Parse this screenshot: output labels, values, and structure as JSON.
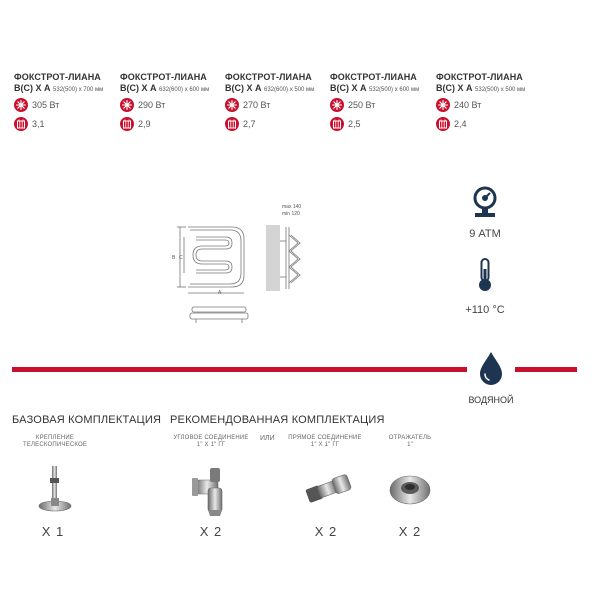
{
  "models": [
    {
      "title": "ФОКСТРОТ-ЛИАНА",
      "code": "В(С) Х А",
      "dims": "532(500) х 700 мм",
      "power": "305 Вт",
      "sections": "3,1"
    },
    {
      "title": "ФОКСТРОТ-ЛИАНА",
      "code": "В(С) Х А",
      "dims": "632(600) х 600 мм",
      "power": "290 Вт",
      "sections": "2,9"
    },
    {
      "title": "ФОКСТРОТ-ЛИАНА",
      "code": "В(С) Х А",
      "dims": "632(600) х 500 мм",
      "power": "270 Вт",
      "sections": "2,7"
    },
    {
      "title": "ФОКСТРОТ-ЛИАНА",
      "code": "В(С) Х А",
      "dims": "532(500) х 600 мм",
      "power": "250 Вт",
      "sections": "2,5"
    },
    {
      "title": "ФОКСТРОТ-ЛИАНА",
      "code": "В(С) Х А",
      "dims": "532(500) х 500 мм",
      "power": "240 Вт",
      "sections": "2,4"
    }
  ],
  "drawing": {
    "max_label": "max 140",
    "min_label": "min 120",
    "label_b": "В",
    "label_c": "С",
    "label_a": "А"
  },
  "specs": {
    "pressure": "9 АТМ",
    "temperature": "+110 °C"
  },
  "heating_type": "ВОДЯНОЙ",
  "base_kit": {
    "heading": "БАЗОВАЯ КОМПЛЕКТАЦИЯ",
    "items": [
      {
        "label_line1": "КРЕПЛЕНИЕ",
        "label_line2": "ТЕЛЕСКОПИЧЕСКОЕ",
        "qty": "Х 1"
      }
    ]
  },
  "recommended_kit": {
    "heading": "РЕКОМЕНДОВАННАЯ КОМПЛЕКТАЦИЯ",
    "or_label": "ИЛИ",
    "items": [
      {
        "label_line1": "УГЛОВОЕ СОЕДИНЕНИЕ",
        "label_line2": "1\" Х 1\" ГГ",
        "qty": "Х 2"
      },
      {
        "label_line1": "ПРЯМОЕ СОЕДИНЕНИЕ",
        "label_line2": "1\" Х 1\" ГГ",
        "qty": "Х 2"
      },
      {
        "label_line1": "ОТРАЖАТЕЛЬ",
        "label_line2": "1\"",
        "qty": "Х 2"
      }
    ]
  },
  "colors": {
    "accent": "#c8102e",
    "dark_blue": "#1d3550"
  }
}
